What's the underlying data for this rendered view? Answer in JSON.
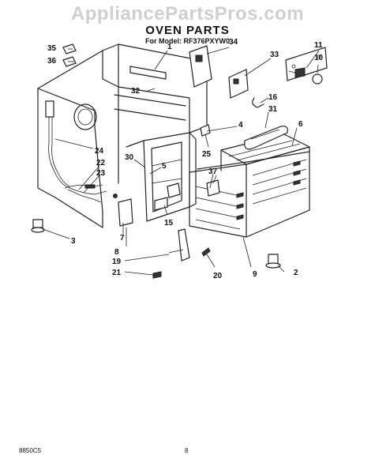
{
  "watermark": "AppliancePartsPros.com",
  "header": {
    "title": "OVEN PARTS",
    "model": "For Model: RF376PXYW0"
  },
  "callouts": [
    {
      "id": "1",
      "label": "1"
    },
    {
      "id": "2",
      "label": "2"
    },
    {
      "id": "3",
      "label": "3"
    },
    {
      "id": "4",
      "label": "4"
    },
    {
      "id": "5",
      "label": "5"
    },
    {
      "id": "6",
      "label": "6"
    },
    {
      "id": "7",
      "label": "7"
    },
    {
      "id": "8",
      "label": "8"
    },
    {
      "id": "9",
      "label": "9"
    },
    {
      "id": "10",
      "label": "10"
    },
    {
      "id": "11",
      "label": "11"
    },
    {
      "id": "15",
      "label": "15"
    },
    {
      "id": "16",
      "label": "16"
    },
    {
      "id": "19",
      "label": "19"
    },
    {
      "id": "20",
      "label": "20"
    },
    {
      "id": "21",
      "label": "21"
    },
    {
      "id": "22",
      "label": "22"
    },
    {
      "id": "23",
      "label": "23"
    },
    {
      "id": "24",
      "label": "24"
    },
    {
      "id": "25",
      "label": "25"
    },
    {
      "id": "30",
      "label": "30"
    },
    {
      "id": "31",
      "label": "31"
    },
    {
      "id": "32",
      "label": "32"
    },
    {
      "id": "33",
      "label": "33"
    },
    {
      "id": "34",
      "label": "34"
    },
    {
      "id": "35",
      "label": "35"
    },
    {
      "id": "36",
      "label": "36"
    },
    {
      "id": "37",
      "label": "37"
    }
  ],
  "footer": {
    "doc_code": "8850C5",
    "page_number": "8"
  }
}
